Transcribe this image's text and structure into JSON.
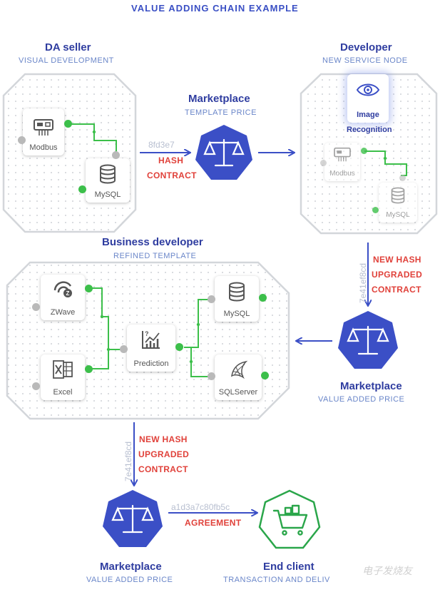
{
  "title": "VALUE ADDING CHAIN EXAMPLE",
  "colors": {
    "blue": "#3b4fc6",
    "green": "#2aa64a",
    "red": "#e0413a",
    "sub": "#6a86c9",
    "hash": "#b8bfd0"
  },
  "da_seller": {
    "heading": "DA seller",
    "sub": "VISUAL DEVELOPMENT",
    "nodes": [
      {
        "label": "Modbus",
        "icon": "modbus-icon"
      },
      {
        "label": "MySQL",
        "icon": "database-icon"
      }
    ]
  },
  "marketplace_top": {
    "heading": "Marketplace",
    "sub": "TEMPLATE PRICE",
    "hash": "8fd3e7",
    "contract_line1": "HASH",
    "contract_line2": "CONTRACT"
  },
  "developer": {
    "heading": "Developer",
    "sub": "NEW SERVICE NODE",
    "feature_label_1": "Image",
    "feature_label_2": "Recognition",
    "nodes": [
      {
        "label": "Modbus"
      },
      {
        "label": "MySQL"
      }
    ]
  },
  "arrow_right": {
    "hash": "7e41ef8cd",
    "line1": "NEW HASH",
    "line2": "UPGRADED",
    "line3": "CONTRACT"
  },
  "business": {
    "heading": "Business developer",
    "sub": "REFINED TEMPLATE",
    "nodes": [
      {
        "label": "ZWave"
      },
      {
        "label": "Excel"
      },
      {
        "label": "Prediction"
      },
      {
        "label": "MySQL"
      },
      {
        "label": "SQLServer"
      }
    ]
  },
  "marketplace_right": {
    "heading": "Marketplace",
    "sub": "VALUE ADDED PRICE"
  },
  "arrow_left": {
    "hash": "7e41ef8cd",
    "line1": "NEW HASH",
    "line2": "UPGRADED",
    "line3": "CONTRACT"
  },
  "marketplace_bottom": {
    "heading": "Marketplace",
    "sub": "VALUE ADDED PRICE"
  },
  "agreement": {
    "hash": "a1d3a7c80fb5c",
    "label": "AGREEMENT"
  },
  "end_client": {
    "heading": "End client",
    "sub": "TRANSACTION AND DELIV"
  },
  "watermark": "电子发烧友"
}
